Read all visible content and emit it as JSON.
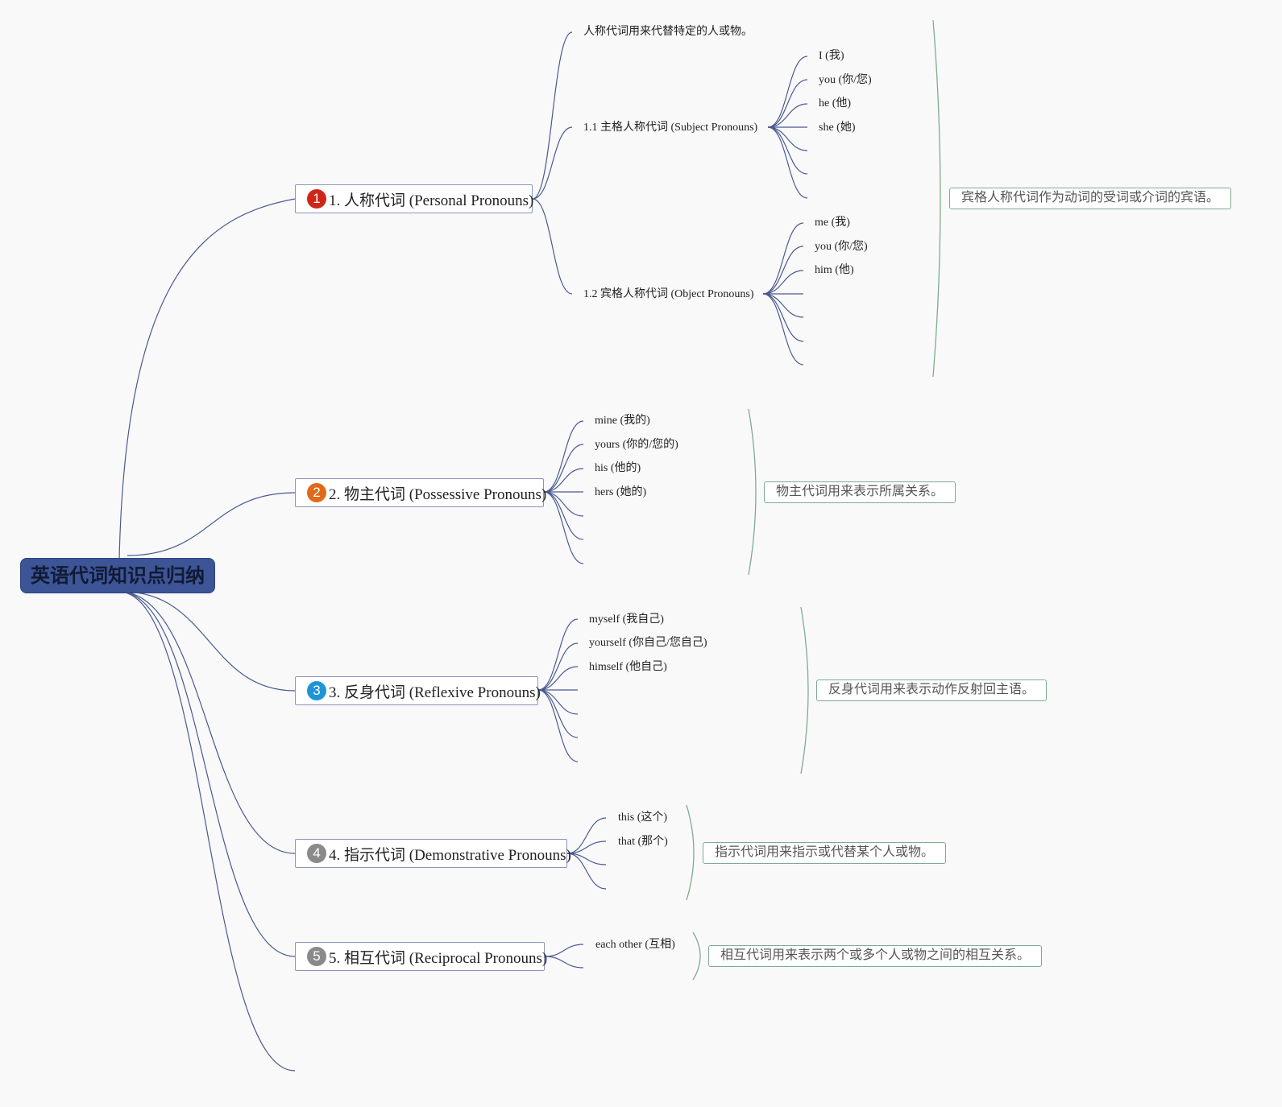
{
  "root": {
    "label": "英语代词知识点归纳"
  },
  "branches": [
    {
      "number": "1",
      "badge_color": "#d0261a",
      "label": "1. 人称代词 (Personal Pronouns)",
      "intro": "人称代词用来代替特定的人或物。",
      "groups": [
        {
          "label": "1.1 主格人称代词 (Subject Pronouns)",
          "items": [
            "I (我)",
            "you (你/您)",
            "he (他)",
            "she (她)"
          ]
        },
        {
          "label": "1.2 宾格人称代词 (Object Pronouns)",
          "items": [
            "me (我)",
            "you (你/您)",
            "him (他)"
          ]
        }
      ],
      "summary": "宾格人称代词作为动词的受词或介词的宾语。"
    },
    {
      "number": "2",
      "badge_color": "#e06a1a",
      "label": "2. 物主代词 (Possessive Pronouns)",
      "items": [
        "mine (我的)",
        "yours (你的/您的)",
        "his (他的)",
        "hers (她的)"
      ],
      "summary": "物主代词用来表示所属关系。"
    },
    {
      "number": "3",
      "badge_color": "#1f95d8",
      "label": "3. 反身代词 (Reflexive Pronouns)",
      "items": [
        "myself (我自己)",
        "yourself (你自己/您自己)",
        "himself (他自己)"
      ],
      "summary": "反身代词用来表示动作反射回主语。"
    },
    {
      "number": "4",
      "badge_color": "#8a8a8a",
      "label": "4. 指示代词 (Demonstrative Pronouns)",
      "items": [
        "this (这个)",
        "that (那个)"
      ],
      "summary": "指示代词用来指示或代替某个人或物。"
    },
    {
      "number": "5",
      "badge_color": "#8a8a8a",
      "label": "5. 相互代词 (Reciprocal Pronouns)",
      "items": [
        "each other (互相)"
      ],
      "summary": "相互代词用来表示两个或多个人或物之间的相互关系。"
    }
  ],
  "colors": {
    "root": "#3d5597",
    "link": "#4a5a8f",
    "summary_border": "#7eac8f"
  }
}
